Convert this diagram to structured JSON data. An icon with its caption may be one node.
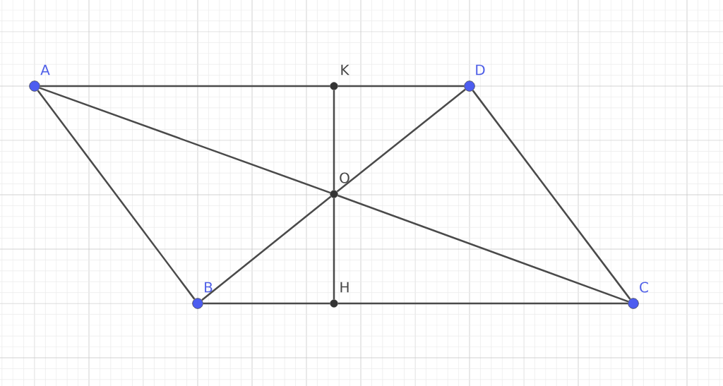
{
  "diagram": {
    "nodes": [
      {
        "text": [
          "A"
        ]
      },
      {
        "text": [
          "K"
        ]
      },
      {
        "text": [
          "D"
        ]
      },
      {
        "text": [
          "O"
        ]
      },
      {
        "text": [
          "B"
        ]
      },
      {
        "text": [
          "H"
        ]
      },
      {
        "text": [
          "C"
        ]
      }
    ],
    "edges": [
      {
        "from": 0,
        "to": 1,
        "arrow": "none"
      },
      {
        "from": 1,
        "to": 2,
        "arrow": "none"
      },
      {
        "from": 2,
        "to": 6,
        "arrow": "none"
      },
      {
        "from": 6,
        "to": 5,
        "arrow": "none"
      },
      {
        "from": 5,
        "to": 4,
        "arrow": "none"
      },
      {
        "from": 4,
        "to": 0,
        "arrow": "none"
      },
      {
        "from": 0,
        "to": 3,
        "arrow": "none"
      },
      {
        "from": 3,
        "to": 6,
        "arrow": "none"
      },
      {
        "from": 4,
        "to": 3,
        "arrow": "none"
      },
      {
        "from": 3,
        "to": 2,
        "arrow": "none"
      },
      {
        "from": 1,
        "to": 3,
        "arrow": "none"
      },
      {
        "from": 3,
        "to": 5,
        "arrow": "none"
      }
    ]
  }
}
